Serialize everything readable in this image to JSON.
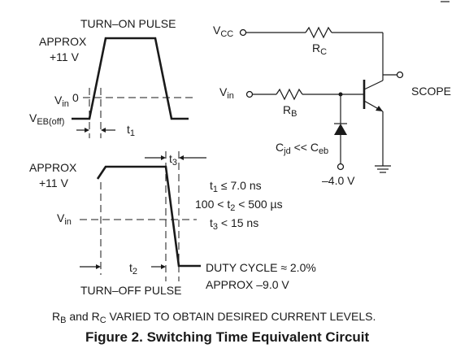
{
  "on_pulse": {
    "title": "TURN–ON PULSE",
    "approx_a": "APPROX",
    "approx_b": "+11 V",
    "vin_v": "V",
    "vin_s": "in",
    "vin_zero": "0",
    "veb_v": "V",
    "veb_s": "EB(off)",
    "t1_t": "t",
    "t1_s": "1"
  },
  "off_pulse": {
    "approx_a": "APPROX",
    "approx_b": "+11 V",
    "vin_v": "V",
    "vin_s": "in",
    "t3_t": "t",
    "t3_s": "3",
    "t2_t": "t",
    "t2_s": "2",
    "title": "TURN–OFF PULSE",
    "duty": "DUTY CYCLE ≈ 2.0%",
    "approx_neg": "APPROX –9.0 V"
  },
  "specs": {
    "l1_a": "t",
    "l1_b": "1",
    "l1_c": " ≤ 7.0 ns",
    "l2_a": "100 < t",
    "l2_b": "2",
    "l2_c": " < 500 µs",
    "l3_a": "t",
    "l3_b": "3",
    "l3_c": " < 15 ns"
  },
  "circuit": {
    "vcc_v": "V",
    "vcc_s": "CC",
    "rc_r": "R",
    "rc_s": "C",
    "vin_v": "V",
    "vin_s": "in",
    "rb_r": "R",
    "rb_s": "B",
    "scope": "SCOPE",
    "cjd_c": "C",
    "cjd_s": "jd",
    "cjd_op": " << C",
    "ceb_s": "eb",
    "neg4": "–4.0 V"
  },
  "note": {
    "a": "R",
    "b": "B",
    "c": " and R",
    "d": "C",
    "e": " VARIED TO OBTAIN DESIRED CURRENT LEVELS."
  },
  "caption": "Figure 2. Switching Time Equivalent Circuit"
}
